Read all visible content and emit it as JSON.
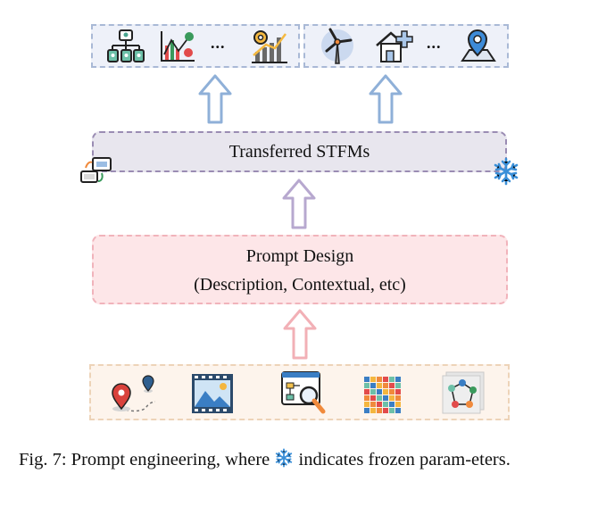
{
  "diagram": {
    "stfm_label": "Transferred STFMs",
    "prompt_title": "Prompt Design",
    "prompt_subtitle": "(Description, Contextual, etc)",
    "ellipsis": "...",
    "icons": {
      "top_left": [
        "hierarchy-icon",
        "bar-trend-icon",
        "gear-chart-icon"
      ],
      "top_right": [
        "wind-turbine-icon",
        "house-medical-icon",
        "map-pin-icon"
      ],
      "bottom": [
        "location-trajectory-icon",
        "film-image-icon",
        "flowchart-search-icon",
        "data-cube-icon",
        "graph-network-icon"
      ]
    },
    "colors": {
      "output_arrow": "#8fb0d8",
      "stfm_arrow": "#b7a8cf",
      "input_arrow": "#f2b0b6",
      "snowflake": "#3a8fd8"
    }
  },
  "caption": {
    "part1": "Fig. 7: Prompt engineering, where",
    "part2": "indicates frozen param-eters."
  }
}
